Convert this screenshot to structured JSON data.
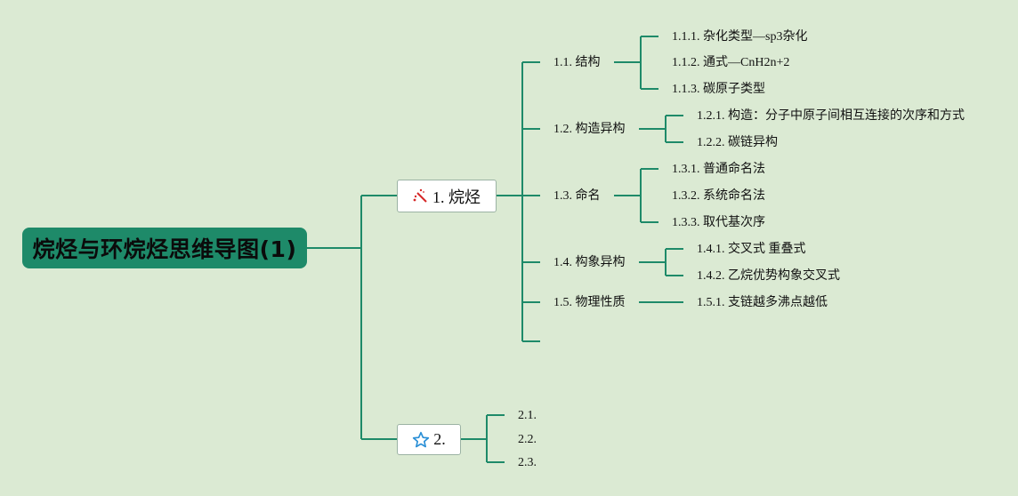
{
  "root": {
    "title": "烷烃与环烷烃思维导图(1)"
  },
  "colors": {
    "background": "#dbead3",
    "root_fill": "#1e8a69",
    "connector": "#1e8a69",
    "node_fill": "#ffffff"
  },
  "topics": [
    {
      "label": "1. 烷烃",
      "icon": "magic-wand-icon",
      "children": [
        {
          "label": "1.1. 结构",
          "children": [
            "1.1.1. 杂化类型—sp3杂化",
            "1.1.2. 通式—CnH2n+2",
            "1.1.3. 碳原子类型"
          ]
        },
        {
          "label": "1.2. 构造异构",
          "children": [
            "1.2.1. 构造：分子中原子间相互连接的次序和方式",
            "1.2.2. 碳链异构"
          ]
        },
        {
          "label": "1.3. 命名",
          "children": [
            "1.3.1. 普通命名法",
            "1.3.2. 系统命名法",
            "1.3.3. 取代基次序"
          ]
        },
        {
          "label": "1.4. 构象异构",
          "children": [
            "1.4.1. 交叉式 重叠式",
            "1.4.2. 乙烷优势构象交叉式"
          ]
        },
        {
          "label": "1.5. 物理性质",
          "children": [
            "1.5.1. 支链越多沸点越低"
          ]
        },
        {
          "label": "",
          "children": []
        }
      ]
    },
    {
      "label": "2.",
      "icon": "star-icon",
      "children": [
        {
          "label": "2.1.",
          "children": []
        },
        {
          "label": "2.2.",
          "children": []
        },
        {
          "label": "2.3.",
          "children": []
        }
      ]
    }
  ]
}
